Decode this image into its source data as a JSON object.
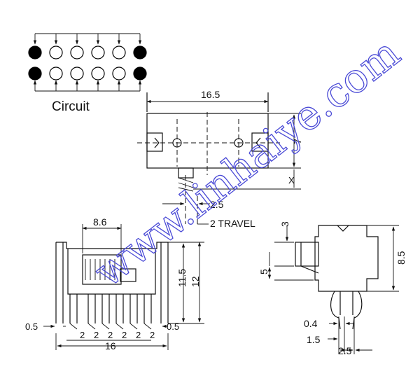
{
  "circuit": {
    "label": "Circuit",
    "rows": 2,
    "cols": 6,
    "filled_cols": [
      0,
      5
    ]
  },
  "top_view": {
    "length": "16.5",
    "height": "7",
    "x_label": "X",
    "pitch": "2.5",
    "travel": "2 TRAVEL"
  },
  "front_view": {
    "actuator": "8.6",
    "height_a": "11.5",
    "height_b": "12",
    "pin": "0.5",
    "pin_right": "0.5",
    "pitches": [
      "2",
      "2",
      "2",
      "2",
      "2",
      "2"
    ],
    "total": "16"
  },
  "side_view": {
    "top": "3",
    "body": "5",
    "height": "8.5",
    "pin": "0.4",
    "offset": "1.5",
    "pitch": "2.5"
  },
  "watermark": {
    "text": "www.linhaiye.com",
    "color": "#4a4ad6"
  }
}
